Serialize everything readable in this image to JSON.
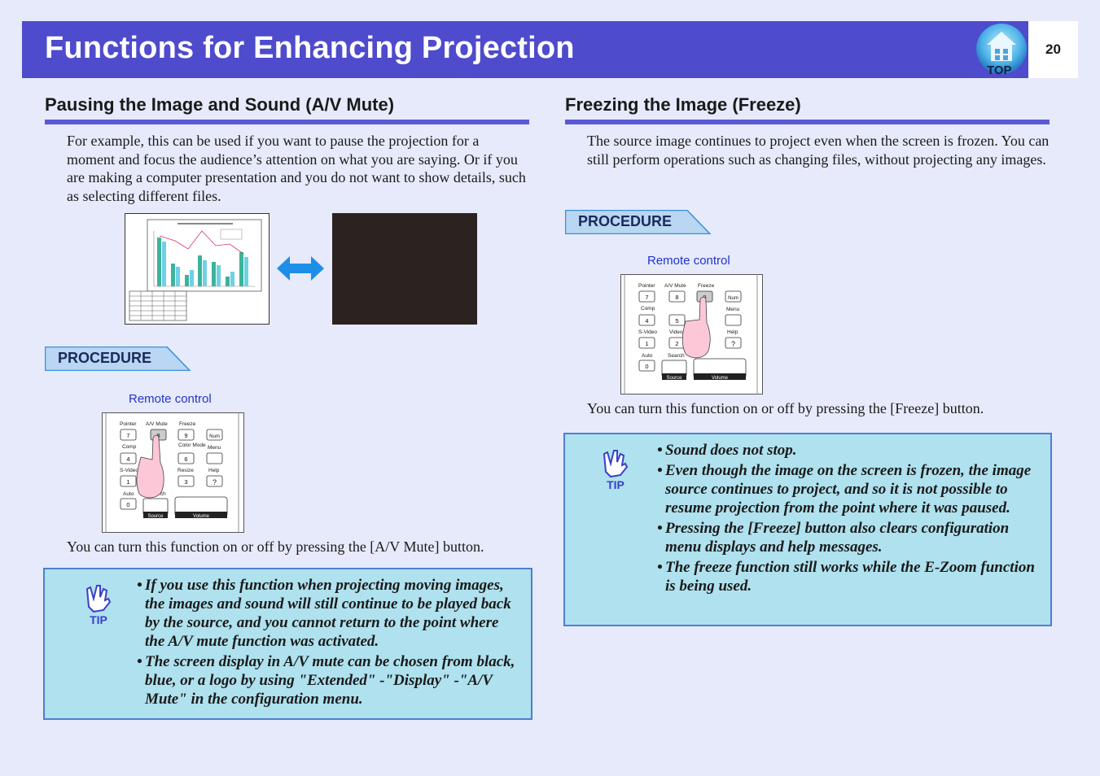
{
  "header": {
    "title": "Functions for Enhancing Projection",
    "page_number": "20",
    "top_label": "TOP"
  },
  "left": {
    "heading": "Pausing the Image and Sound (A/V Mute)",
    "intro": "For example, this can be used if you want to pause the projection for a moment and focus the audience’s attention on what you are saying. Or if you are making a computer presentation and you do not want to show details, such as selecting different files.",
    "procedure_label": "PROCEDURE",
    "remote_label": "Remote control",
    "after": "You can turn this function on or off by pressing the [A/V Mute] button.",
    "tip_label": "TIP",
    "tips": [
      "If you use this function when projecting moving images, the images and sound will still continue to be played back by the source, and you cannot return to the point where the A/V mute function was activated.",
      "The screen display in A/V mute can be chosen from black, blue, or a logo by using \"Extended\" -\"Display\" -\"A/V Mute\" in the configuration menu."
    ]
  },
  "right": {
    "heading": "Freezing the Image (Freeze)",
    "intro": "The source image continues to project even when the screen is frozen. You can still perform operations such as changing files, without projecting any images.",
    "procedure_label": "PROCEDURE",
    "remote_label": "Remote control",
    "after": "You can turn this function on or off by pressing the [Freeze] button.",
    "tip_label": "TIP",
    "tips": [
      "Sound does not stop.",
      "Even though the image on the screen is frozen, the image source continues to project, and so it is not possible to resume projection from the point where it was paused.",
      "Pressing the [Freeze] button also clears configuration menu displays and help messages.",
      "The freeze function still works while the E-Zoom function is being used."
    ]
  },
  "remote": {
    "pointer": "Pointer",
    "avmute": "A/V Mute",
    "freeze": "Freeze",
    "num": "Num",
    "comp": "Comp",
    "color_mode": "Color Mode",
    "menu": "Menu",
    "svideo": "S-Video",
    "video": "Video",
    "resize": "Resize",
    "help": "Help",
    "auto": "Auto",
    "search": "Search",
    "source": "Source",
    "volume": "Volume",
    "k7": "7",
    "k8": "8",
    "k9": "9",
    "k4": "4",
    "k5": "5",
    "k6": "6",
    "k1": "1",
    "k2": "2",
    "k3": "3",
    "k0": "0",
    "q": "?"
  },
  "colors": {
    "header_bg": "#4e4bcc",
    "rule": "#5b58d6",
    "tip_bg": "#afe1ee",
    "tip_border": "#4f7ed1",
    "procedure_bg": "#b9d6f2",
    "link_blue": "#2233cc"
  }
}
